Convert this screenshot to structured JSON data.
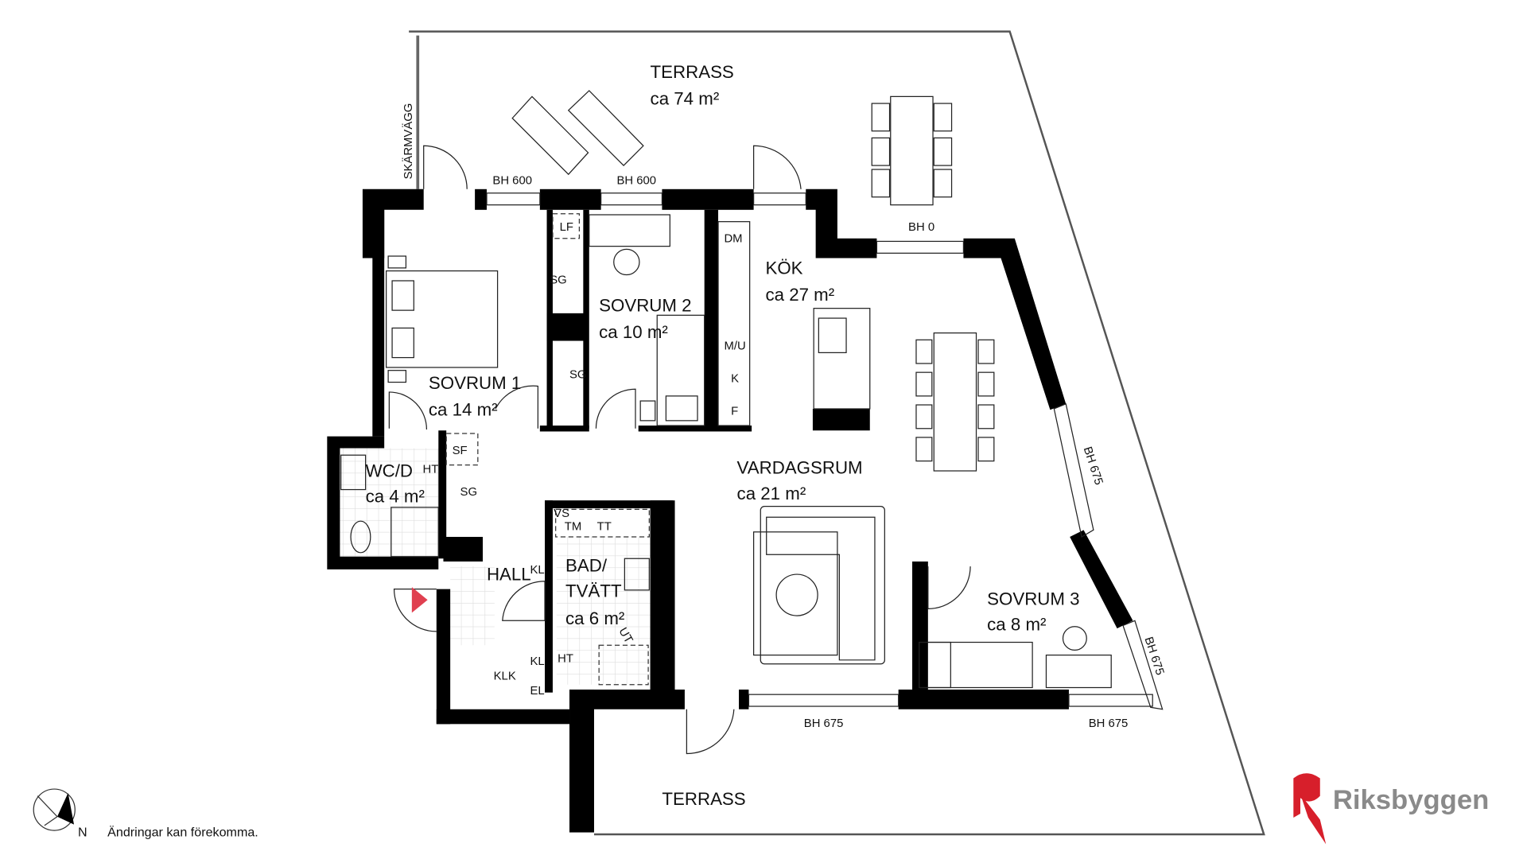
{
  "plan": {
    "rooms": [
      {
        "name": "TERRASS",
        "area": "ca 74 m²"
      },
      {
        "name": "SOVRUM 1",
        "area": "ca 14 m²"
      },
      {
        "name": "SOVRUM 2",
        "area": "ca 10 m²"
      },
      {
        "name": "KÖK",
        "area": "ca 27 m²"
      },
      {
        "name": "VARDAGSRUM",
        "area": "ca 21 m²"
      },
      {
        "name": "WC/D",
        "area": "ca 4 m²"
      },
      {
        "name": "BAD/",
        "name2": "TVÄTT",
        "area": "ca 6 m²"
      },
      {
        "name": "SOVRUM 3",
        "area": "ca 8 m²"
      },
      {
        "name": "HALL"
      },
      {
        "name": "TERRASS"
      }
    ],
    "window_labels": [
      "BH 600",
      "BH 600",
      "BH 0",
      "BH 675",
      "BH 675",
      "BH 675",
      "BH 675"
    ],
    "wall_label": "SKÄRMVÄGG",
    "fixtures": [
      "LF",
      "SG",
      "SG",
      "DM",
      "M/U",
      "K",
      "F",
      "SF",
      "SG",
      "HT",
      "KL",
      "KLK",
      "KL",
      "EL",
      "VS",
      "TM",
      "TT",
      "HT",
      "UT"
    ]
  },
  "footer": {
    "north_label": "N",
    "disclaimer": "Ändringar kan förekomma.",
    "brand": "Riksbyggen"
  },
  "colors": {
    "brand_red": "#d71f2b",
    "brand_gray": "#8a8a8a",
    "entrance_arrow": "#e04050"
  }
}
